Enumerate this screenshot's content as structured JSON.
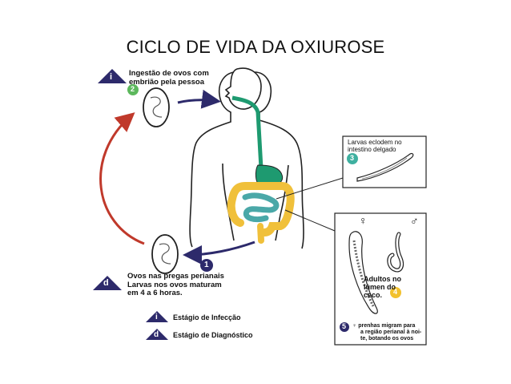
{
  "title": "CICLO DE VIDA DA OXIUROSE",
  "steps": {
    "ingestao": {
      "number": "2",
      "lines": [
        "Ingestão de ovos com",
        "embrião pela pessoa"
      ]
    },
    "larvas": {
      "number": "3",
      "lines": [
        "Larvas eclodem no",
        "intestino delgado"
      ]
    },
    "adultos": {
      "number": "4",
      "lines": [
        "Adultos no",
        "lúmen do",
        "ceco."
      ]
    },
    "femeas": {
      "number": "5",
      "lines": [
        "prenhas migram para",
        "a região perianal à noi-",
        "te, botando os ovos"
      ]
    },
    "ovos": {
      "number": "1",
      "lines": [
        "Ovos nas pregas perianais",
        "Larvas nos ovos maturam",
        "em 4 a 6 horas."
      ]
    }
  },
  "markers": {
    "infective": "i",
    "diagnostic": "d"
  },
  "legend": {
    "infective": "Estágio de Infecção",
    "diagnostic": "Estágio de Diagnóstico"
  },
  "symbols": {
    "female": "♀",
    "male": "♂"
  },
  "colors": {
    "navy": "#2d2a6b",
    "green_badge": "#5cb85c",
    "teal_badge": "#3fb0a0",
    "yellow_badge": "#f2c12e",
    "gut_green": "#1e9a70",
    "colon_yellow": "#f0c03a",
    "small_intestine_teal": "#4aa8a8",
    "return_arrow_red": "#c0392b"
  }
}
